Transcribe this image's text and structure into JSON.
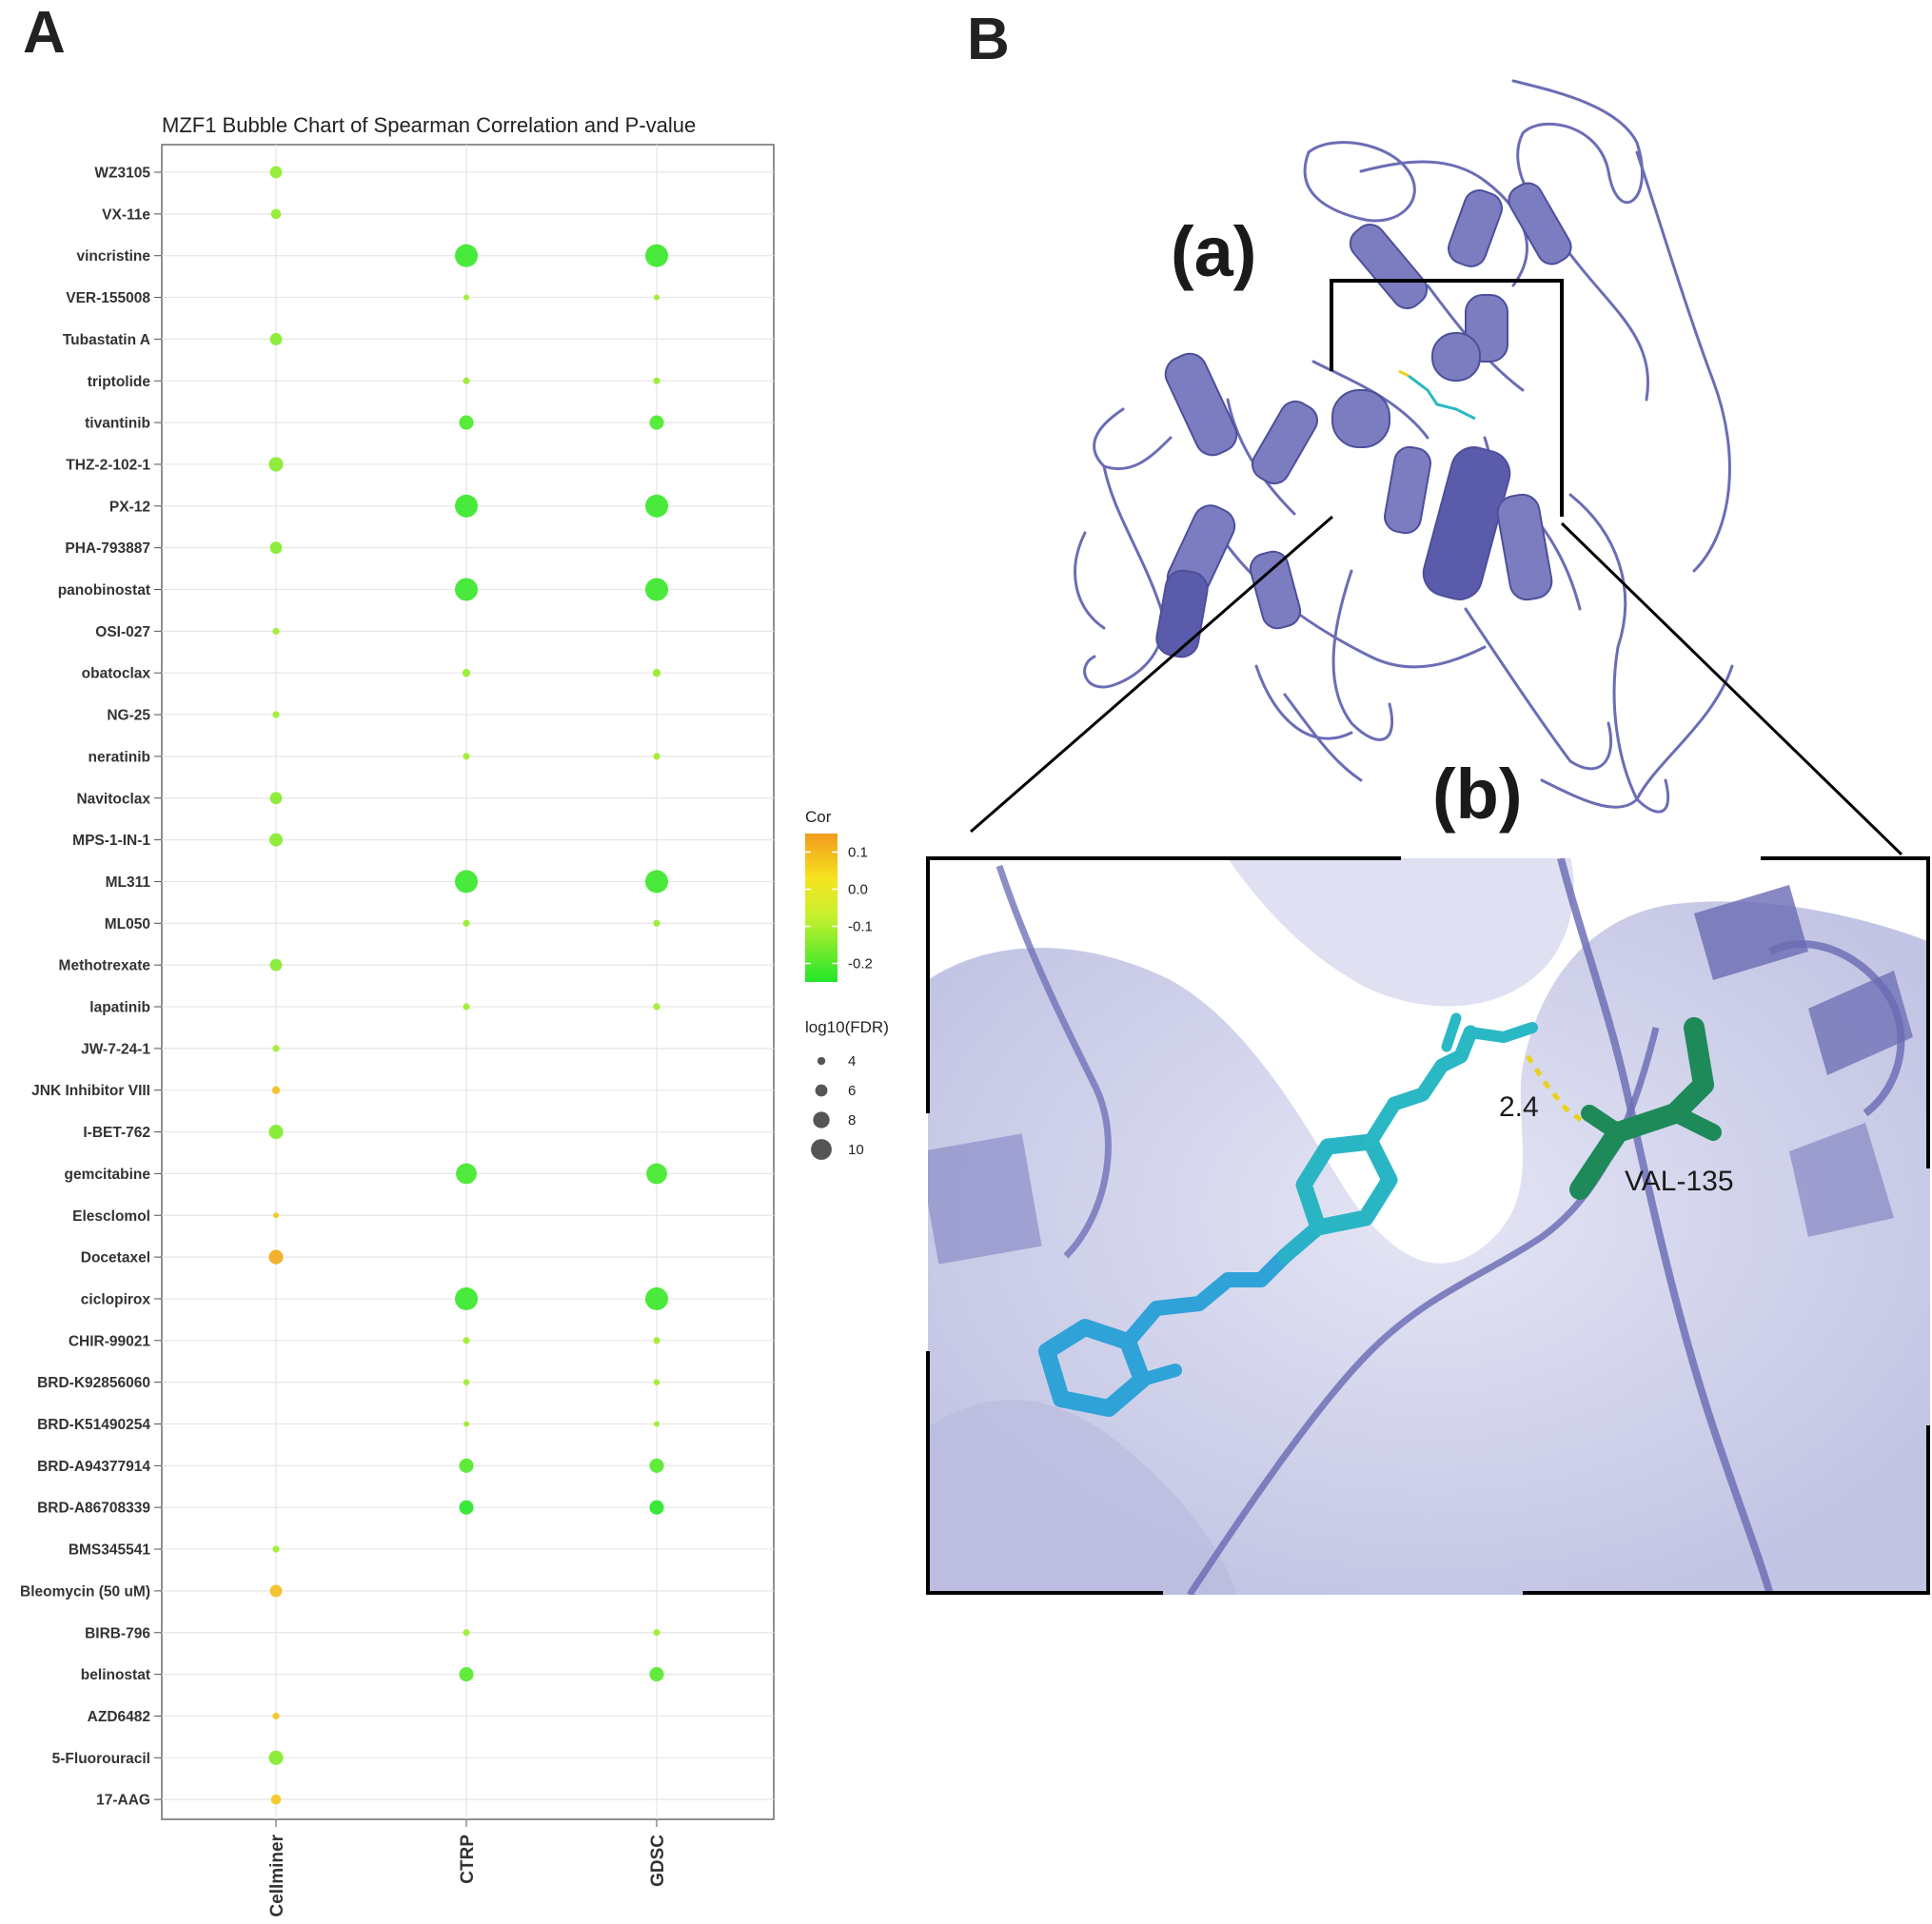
{
  "panels": {
    "a": {
      "letter": "A"
    },
    "b": {
      "letter": "B",
      "sub_a": "(a)",
      "sub_b": "(b)",
      "distance": "2.4",
      "residue": "VAL-135"
    }
  },
  "colors": {
    "protein": "#6b6db5",
    "surface": "#c9cbe6",
    "ligand": "#2bb8c4",
    "residue": "#1e8a5a",
    "hbond": "#e8d21c",
    "bubble_positive": "#f5a02a",
    "bubble_zero": "#d8ef2a",
    "bubble_negative": "#5cf03a"
  },
  "chart_data": {
    "type": "bubble",
    "title": "MZF1 Bubble Chart of Spearman Correlation and P-value",
    "x_categories": [
      "Cellminer",
      "CTRP",
      "GDSC"
    ],
    "y_categories": [
      "WZ3105",
      "VX-11e",
      "vincristine",
      "VER-155008",
      "Tubastatin A",
      "triptolide",
      "tivantinib",
      "THZ-2-102-1",
      "PX-12",
      "PHA-793887",
      "panobinostat",
      "OSI-027",
      "obatoclax",
      "NG-25",
      "neratinib",
      "Navitoclax",
      "MPS-1-IN-1",
      "ML311",
      "ML050",
      "Methotrexate",
      "lapatinib",
      "JW-7-24-1",
      "JNK Inhibitor VIII",
      "I-BET-762",
      "gemcitabine",
      "Elesclomol",
      "Docetaxel",
      "ciclopirox",
      "CHIR-99021",
      "BRD-K92856060",
      "BRD-K51490254",
      "BRD-A94377914",
      "BRD-A86708339",
      "BMS345541",
      "Bleomycin (50 uM)",
      "BIRB-796",
      "belinostat",
      "AZD6482",
      "5-Fluorouracil",
      "17-AAG"
    ],
    "legend": {
      "color_title": "Cor",
      "color_ticks": [
        "0.1",
        "0.0",
        "-0.1",
        "-0.2"
      ],
      "color_range": [
        -0.25,
        0.15
      ],
      "size_title": "log10(FDR)",
      "size_ticks": [
        "4",
        "6",
        "8",
        "10"
      ],
      "placement": "right"
    },
    "points": [
      {
        "drug": "WZ3105",
        "source": "Cellminer",
        "cor": -0.12,
        "log10_fdr": 6
      },
      {
        "drug": "VX-11e",
        "source": "Cellminer",
        "cor": -0.12,
        "log10_fdr": 5
      },
      {
        "drug": "vincristine",
        "source": "CTRP",
        "cor": -0.22,
        "log10_fdr": 11
      },
      {
        "drug": "vincristine",
        "source": "GDSC",
        "cor": -0.22,
        "log10_fdr": 11
      },
      {
        "drug": "VER-155008",
        "source": "CTRP",
        "cor": -0.1,
        "log10_fdr": 3
      },
      {
        "drug": "VER-155008",
        "source": "GDSC",
        "cor": -0.1,
        "log10_fdr": 3
      },
      {
        "drug": "Tubastatin A",
        "source": "Cellminer",
        "cor": -0.13,
        "log10_fdr": 6
      },
      {
        "drug": "triptolide",
        "source": "CTRP",
        "cor": -0.11,
        "log10_fdr": 3.5
      },
      {
        "drug": "triptolide",
        "source": "GDSC",
        "cor": -0.11,
        "log10_fdr": 3.5
      },
      {
        "drug": "tivantinib",
        "source": "CTRP",
        "cor": -0.2,
        "log10_fdr": 7
      },
      {
        "drug": "tivantinib",
        "source": "GDSC",
        "cor": -0.2,
        "log10_fdr": 7
      },
      {
        "drug": "THZ-2-102-1",
        "source": "Cellminer",
        "cor": -0.13,
        "log10_fdr": 7
      },
      {
        "drug": "PX-12",
        "source": "CTRP",
        "cor": -0.22,
        "log10_fdr": 11
      },
      {
        "drug": "PX-12",
        "source": "GDSC",
        "cor": -0.22,
        "log10_fdr": 11
      },
      {
        "drug": "PHA-793887",
        "source": "Cellminer",
        "cor": -0.13,
        "log10_fdr": 6
      },
      {
        "drug": "panobinostat",
        "source": "CTRP",
        "cor": -0.22,
        "log10_fdr": 11
      },
      {
        "drug": "panobinostat",
        "source": "GDSC",
        "cor": -0.22,
        "log10_fdr": 11
      },
      {
        "drug": "OSI-027",
        "source": "Cellminer",
        "cor": -0.1,
        "log10_fdr": 3.5
      },
      {
        "drug": "obatoclax",
        "source": "CTRP",
        "cor": -0.11,
        "log10_fdr": 4
      },
      {
        "drug": "obatoclax",
        "source": "GDSC",
        "cor": -0.11,
        "log10_fdr": 4
      },
      {
        "drug": "NG-25",
        "source": "Cellminer",
        "cor": -0.1,
        "log10_fdr": 3.5
      },
      {
        "drug": "neratinib",
        "source": "CTRP",
        "cor": -0.1,
        "log10_fdr": 3.5
      },
      {
        "drug": "neratinib",
        "source": "GDSC",
        "cor": -0.1,
        "log10_fdr": 3.5
      },
      {
        "drug": "Navitoclax",
        "source": "Cellminer",
        "cor": -0.13,
        "log10_fdr": 6
      },
      {
        "drug": "MPS-1-IN-1",
        "source": "Cellminer",
        "cor": -0.13,
        "log10_fdr": 6.5
      },
      {
        "drug": "ML311",
        "source": "CTRP",
        "cor": -0.22,
        "log10_fdr": 11
      },
      {
        "drug": "ML311",
        "source": "GDSC",
        "cor": -0.22,
        "log10_fdr": 11
      },
      {
        "drug": "ML050",
        "source": "CTRP",
        "cor": -0.11,
        "log10_fdr": 3.5
      },
      {
        "drug": "ML050",
        "source": "GDSC",
        "cor": -0.11,
        "log10_fdr": 3.5
      },
      {
        "drug": "Methotrexate",
        "source": "Cellminer",
        "cor": -0.13,
        "log10_fdr": 6
      },
      {
        "drug": "lapatinib",
        "source": "CTRP",
        "cor": -0.1,
        "log10_fdr": 3.5
      },
      {
        "drug": "lapatinib",
        "source": "GDSC",
        "cor": -0.1,
        "log10_fdr": 3.5
      },
      {
        "drug": "JW-7-24-1",
        "source": "Cellminer",
        "cor": -0.1,
        "log10_fdr": 3.5
      },
      {
        "drug": "JNK Inhibitor VIII",
        "source": "Cellminer",
        "cor": 0.1,
        "log10_fdr": 4
      },
      {
        "drug": "I-BET-762",
        "source": "Cellminer",
        "cor": -0.14,
        "log10_fdr": 7
      },
      {
        "drug": "gemcitabine",
        "source": "CTRP",
        "cor": -0.21,
        "log10_fdr": 10
      },
      {
        "drug": "gemcitabine",
        "source": "GDSC",
        "cor": -0.21,
        "log10_fdr": 10
      },
      {
        "drug": "Elesclomol",
        "source": "Cellminer",
        "cor": 0.09,
        "log10_fdr": 3
      },
      {
        "drug": "Docetaxel",
        "source": "Cellminer",
        "cor": 0.13,
        "log10_fdr": 7
      },
      {
        "drug": "ciclopirox",
        "source": "CTRP",
        "cor": -0.22,
        "log10_fdr": 11
      },
      {
        "drug": "ciclopirox",
        "source": "GDSC",
        "cor": -0.22,
        "log10_fdr": 11
      },
      {
        "drug": "CHIR-99021",
        "source": "CTRP",
        "cor": -0.1,
        "log10_fdr": 3.5
      },
      {
        "drug": "CHIR-99021",
        "source": "GDSC",
        "cor": -0.1,
        "log10_fdr": 3.5
      },
      {
        "drug": "BRD-K92856060",
        "source": "CTRP",
        "cor": -0.1,
        "log10_fdr": 3.2
      },
      {
        "drug": "BRD-K92856060",
        "source": "GDSC",
        "cor": -0.1,
        "log10_fdr": 3.2
      },
      {
        "drug": "BRD-K51490254",
        "source": "CTRP",
        "cor": -0.1,
        "log10_fdr": 3
      },
      {
        "drug": "BRD-K51490254",
        "source": "GDSC",
        "cor": -0.1,
        "log10_fdr": 3
      },
      {
        "drug": "BRD-A94377914",
        "source": "CTRP",
        "cor": -0.19,
        "log10_fdr": 7
      },
      {
        "drug": "BRD-A94377914",
        "source": "GDSC",
        "cor": -0.19,
        "log10_fdr": 7
      },
      {
        "drug": "BRD-A86708339",
        "source": "CTRP",
        "cor": -0.24,
        "log10_fdr": 7
      },
      {
        "drug": "BRD-A86708339",
        "source": "GDSC",
        "cor": -0.24,
        "log10_fdr": 7
      },
      {
        "drug": "BMS345541",
        "source": "Cellminer",
        "cor": -0.1,
        "log10_fdr": 3.5
      },
      {
        "drug": "Bleomycin (50 uM)",
        "source": "Cellminer",
        "cor": 0.1,
        "log10_fdr": 6
      },
      {
        "drug": "BIRB-796",
        "source": "CTRP",
        "cor": -0.1,
        "log10_fdr": 3.5
      },
      {
        "drug": "BIRB-796",
        "source": "GDSC",
        "cor": -0.1,
        "log10_fdr": 3.5
      },
      {
        "drug": "belinostat",
        "source": "CTRP",
        "cor": -0.19,
        "log10_fdr": 7
      },
      {
        "drug": "belinostat",
        "source": "GDSC",
        "cor": -0.19,
        "log10_fdr": 7
      },
      {
        "drug": "AZD6482",
        "source": "Cellminer",
        "cor": 0.09,
        "log10_fdr": 3.5
      },
      {
        "drug": "5-Fluorouracil",
        "source": "Cellminer",
        "cor": -0.13,
        "log10_fdr": 7
      },
      {
        "drug": "17-AAG",
        "source": "Cellminer",
        "cor": 0.09,
        "log10_fdr": 5
      }
    ]
  }
}
